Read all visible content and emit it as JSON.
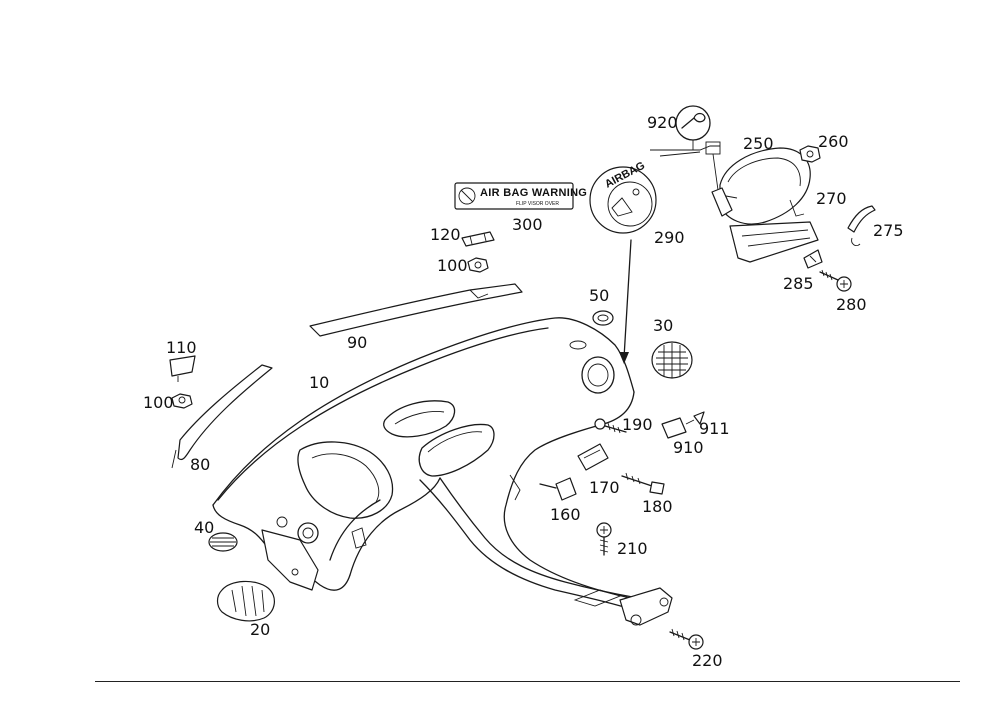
{
  "warning_sticker": {
    "text": "AIR BAG WARNING",
    "subtext": "FLIP VISOR OVER"
  },
  "airbag_badge": {
    "text": "AIRBAG"
  },
  "callouts": [
    {
      "id": "c920",
      "label": "920"
    },
    {
      "id": "c250",
      "label": "250"
    },
    {
      "id": "c260",
      "label": "260"
    },
    {
      "id": "c270",
      "label": "270"
    },
    {
      "id": "c275",
      "label": "275"
    },
    {
      "id": "c285",
      "label": "285"
    },
    {
      "id": "c280",
      "label": "280"
    },
    {
      "id": "c300",
      "label": "300"
    },
    {
      "id": "c290",
      "label": "290"
    },
    {
      "id": "c120",
      "label": "120"
    },
    {
      "id": "c100a",
      "label": "100"
    },
    {
      "id": "c50",
      "label": "50"
    },
    {
      "id": "c30",
      "label": "30"
    },
    {
      "id": "c90",
      "label": "90"
    },
    {
      "id": "c110",
      "label": "110"
    },
    {
      "id": "c10",
      "label": "10"
    },
    {
      "id": "c100b",
      "label": "100"
    },
    {
      "id": "c80",
      "label": "80"
    },
    {
      "id": "c190",
      "label": "190"
    },
    {
      "id": "c911",
      "label": "911"
    },
    {
      "id": "c910",
      "label": "910"
    },
    {
      "id": "c170",
      "label": "170"
    },
    {
      "id": "c180",
      "label": "180"
    },
    {
      "id": "c160",
      "label": "160"
    },
    {
      "id": "c210",
      "label": "210"
    },
    {
      "id": "c40",
      "label": "40"
    },
    {
      "id": "c20",
      "label": "20"
    },
    {
      "id": "c220",
      "label": "220"
    }
  ]
}
